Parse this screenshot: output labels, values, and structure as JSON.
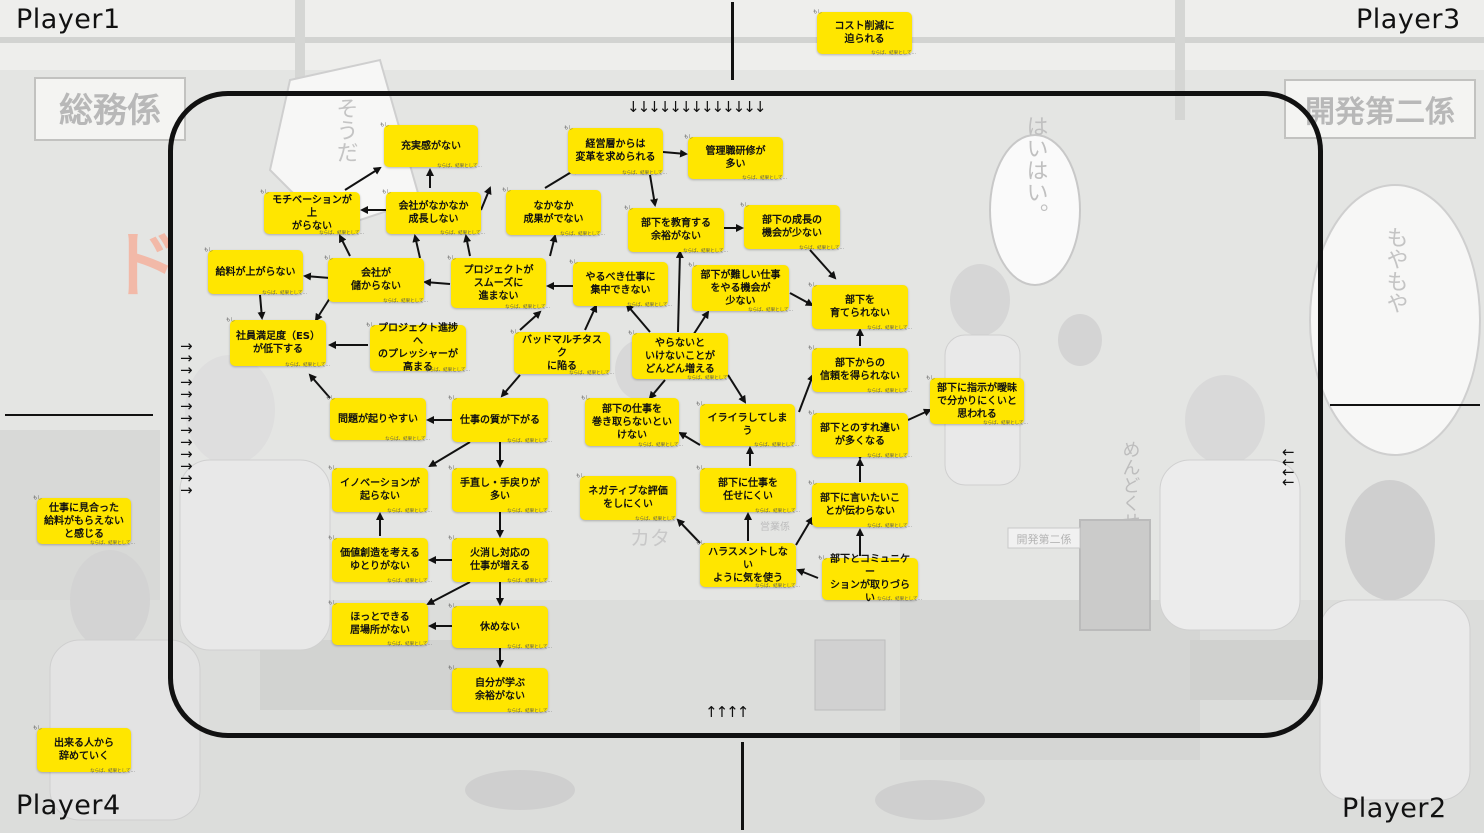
{
  "players": {
    "p1": "Player1",
    "p2": "Player2",
    "p3": "Player3",
    "p4": "Player4"
  },
  "card_tag_top": "もし",
  "card_tag_bottom": "ならば、結果として…",
  "background": {
    "sign_left": "総務係",
    "sign_right": "開発第二係",
    "bubble_hai": "はいはい。",
    "moyamoya": "もやもや",
    "dokan": "ド",
    "mendoku": "めんどくせぇ…",
    "sou": "そうだ",
    "kata": "カタ",
    "desk_sign": "開発第二係",
    "sales_sign": "営業係"
  },
  "arrows": {
    "down": "↓↓↓↓↓↓↓↓↓↓↓↓↓",
    "up": "↑↑↑↑",
    "right_stack": "→",
    "left_stack": "←"
  },
  "nodes": {
    "n_cost": "コスト削減に\n迫られる",
    "n_jujitsu": "充実感がない",
    "n_keiei": "経営層からは\n変革を求められる",
    "n_kanrishoku": "管理職研修が\n多い",
    "n_motivation": "モチベーションが上\nがらない",
    "n_kaisha_seicho": "会社がなかなか\n成長しない",
    "n_nakanaka": "なかなか\n成果がでない",
    "n_kyoiku": "部下を教育する\n余裕がない",
    "n_seicho_kikai": "部下の成長の\n機会が少ない",
    "n_kyuryo": "給料が上がらない",
    "n_mokaranai": "会社が\n儲からない",
    "n_project": "プロジェクトが\nスムーズに\n進まない",
    "n_yarubeki": "やるべき仕事に\n集中できない",
    "n_muzukashii": "部下が難しい仕事\nをやる機会が\n少ない",
    "n_sodate": "部下を\n育てられない",
    "n_es": "社員満足度（ES）\nが低下する",
    "n_pressure": "プロジェクト進捗へ\nのプレッシャーが\n高まる",
    "n_bad_multi": "バッドマルチタスク\nに陥る",
    "n_yaranaito": "やらないと\nいけないことが\nどんどん増える",
    "n_shinrai": "部下からの\n信頼を得られない",
    "n_aimai": "部下に指示が曖昧\nで分かりにくいと\n思われる",
    "n_mondai": "問題が起りやすい",
    "n_shitsu": "仕事の質が下がる",
    "n_makitori": "部下の仕事を\n巻き取らないとい\nけない",
    "n_iraira": "イライラしてしまう",
    "n_surechigai": "部下とのすれ違い\nが多くなる",
    "n_innovation": "イノベーションが\n起らない",
    "n_tenaoshi": "手直し・手戻りが\n多い",
    "n_negative": "ネガティブな評価\nをしにくい",
    "n_makase": "部下に仕事を\n任せにくい",
    "n_tsutawara": "部下に言いたいこ\nとが伝わらない",
    "n_miaeta": "仕事に見合った\n給料がもらえない\nと感じる",
    "n_kachi": "価値創造を考える\nゆとりがない",
    "n_hikeshi": "火消し対応の\n仕事が増える",
    "n_harassment": "ハラスメントしない\nように気を使う",
    "n_comm": "部下とコミュニケー\nションが取りづらい",
    "n_hotto": "ほっとできる\n居場所がない",
    "n_yasume": "休めない",
    "n_manabu": "自分が学ぶ\n余裕がない",
    "n_yameru": "出来る人から\n辞めていく"
  },
  "colors": {
    "card": "#ffe600",
    "border": "#111111"
  }
}
